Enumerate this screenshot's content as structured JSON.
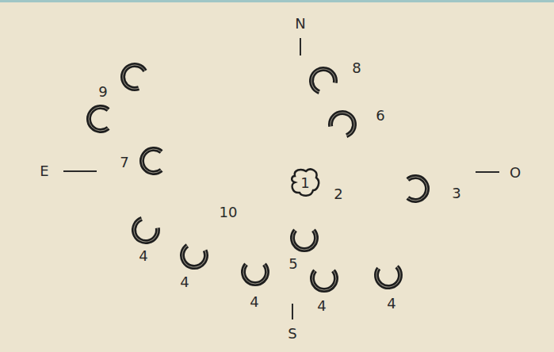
{
  "diagram": {
    "labels": [
      "N",
      "8",
      "9",
      "6",
      "E",
      "7",
      "1",
      "2",
      "3",
      "O",
      "10",
      "5",
      "4",
      "4",
      "4",
      "4",
      "4",
      "S"
    ]
  }
}
